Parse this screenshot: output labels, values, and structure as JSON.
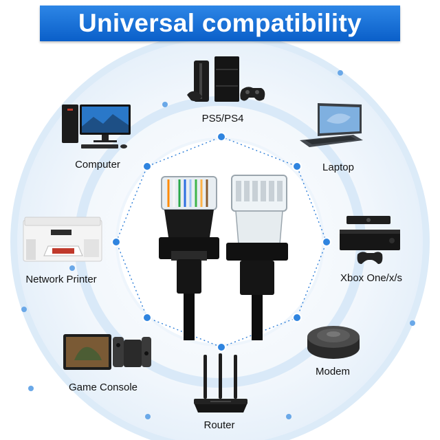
{
  "banner": {
    "title": "Universal compatibility"
  },
  "devices": {
    "ps": "PS5/PS4",
    "computer": "Computer",
    "laptop": "Laptop",
    "printer": "Network Printer",
    "xbox": "Xbox One/x/s",
    "console": "Game Console",
    "modem": "Modem",
    "router": "Router"
  },
  "colors": {
    "banner": "#1a6fd6",
    "ring": "#dcebf8",
    "dot": "#3a8fe0",
    "cable": "#111111"
  },
  "icons": [
    "playstation-console-icon",
    "desktop-computer-icon",
    "laptop-icon",
    "printer-icon",
    "xbox-console-icon",
    "handheld-console-icon",
    "modem-icon",
    "router-icon",
    "ethernet-cable-icon"
  ]
}
